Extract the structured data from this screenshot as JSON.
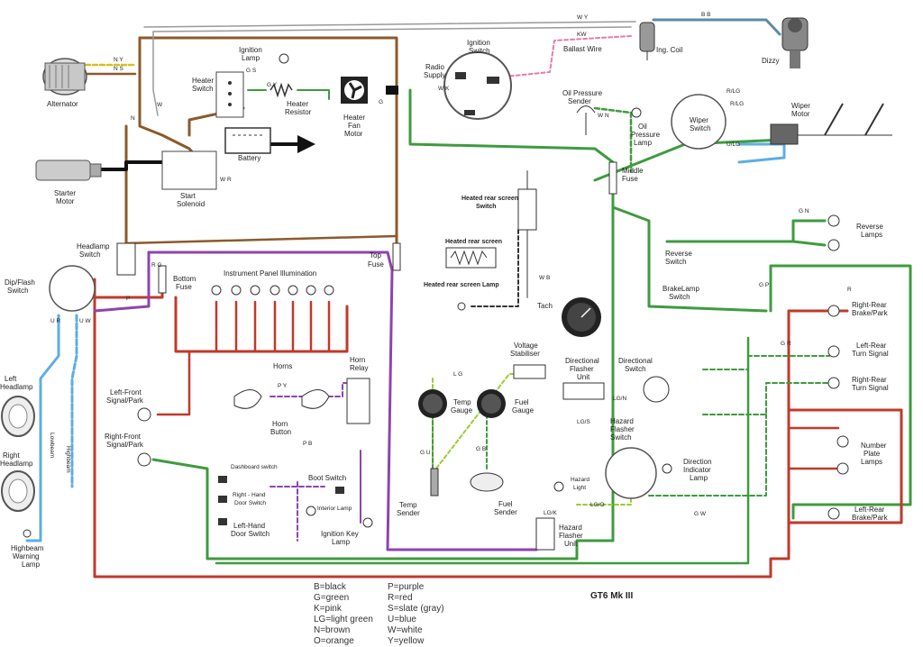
{
  "title": "GT6 Mk III",
  "components": {
    "alternator": "Alternator",
    "starter_motor": [
      "Starter",
      "Motor"
    ],
    "start_solenoid": [
      "Start",
      "Solenoid"
    ],
    "ignition_lamp": [
      "Ignition",
      "Lamp"
    ],
    "heater_switch": [
      "Heater",
      "Switch"
    ],
    "heater_resistor": [
      "Heater",
      "Resistor"
    ],
    "heater_fan_motor": [
      "Heater",
      "Fan",
      "Motor"
    ],
    "battery": "Battery",
    "radio_supply": [
      "Radio",
      "Supply"
    ],
    "ignition_switch": [
      "Ignition",
      "Switch"
    ],
    "ballast_wire": "Ballast Wire",
    "ing_coil": "Ing. Coil",
    "dizzy": "Dizzy",
    "oil_pressure_sender": [
      "Oil Pressure",
      "Sender"
    ],
    "oil_pressure_lamp": [
      "Oil",
      "Pressure",
      "Lamp"
    ],
    "middle_fuse": [
      "Middle",
      "Fuse"
    ],
    "wiper_switch": [
      "Wiper",
      "Switch"
    ],
    "wiper_motor": [
      "Wiper",
      "Motor"
    ],
    "heated_rear_screen_switch": [
      "Heated rear screen",
      "Switch"
    ],
    "heated_rear_screen": "Heated rear screen",
    "heated_rear_screen_lamp": "Heated rear screen Lamp",
    "tach": "Tach",
    "headlamp_switch": [
      "Headlamp",
      "Switch"
    ],
    "dip_flash_switch": [
      "Dip/Flash",
      "Switch"
    ],
    "bottom_fuse": [
      "Bottom",
      "Fuse"
    ],
    "instrument_panel_illumination": "Instrument Panel Illumination",
    "top_fuse": [
      "Top",
      "Fuse"
    ],
    "reverse_lamps": [
      "Reverse",
      "Lamps"
    ],
    "reverse_switch": [
      "Reverse",
      "Switch"
    ],
    "brakelamp_switch": [
      "BrakeLamp",
      "Switch"
    ],
    "right_rear_brake_park": [
      "Right-Rear",
      "Brake/Park"
    ],
    "left_rear_turn_signal": [
      "Left-Rear",
      "Turn Signal"
    ],
    "right_rear_turn_signal": [
      "Right-Rear",
      "Turn Signal"
    ],
    "number_plate_lamps": [
      "Number",
      "Plate",
      "Lamps"
    ],
    "left_rear_brake_park": [
      "Left-Rear",
      "Brake/Park"
    ],
    "left_headlamp": [
      "Left",
      "Headlamp"
    ],
    "right_headlamp": [
      "Right",
      "Headlamp"
    ],
    "lowbeam": "Lowbeam",
    "highbeam": "Highbeam",
    "highbeam_warning_lamp": [
      "Highbeam",
      "Warning",
      "Lamp"
    ],
    "left_front_signal_park": [
      "Left-Front",
      "Signal/Park"
    ],
    "right_front_signal_park": [
      "Right-Front",
      "Signal/Park"
    ],
    "horns": "Horns",
    "horn_relay": [
      "Horn",
      "Relay"
    ],
    "horn_button": [
      "Horn",
      "Button"
    ],
    "dashboard_switch": "Dashboard switch",
    "boot_switch": "Boot Switch",
    "right_hand_door_switch": [
      "Right - Hand",
      "Door Switch"
    ],
    "interior_lamp": "Interior Lamp",
    "left_hand_door_switch": [
      "Left-Hand",
      "Door Switch"
    ],
    "ignition_key_lamp": [
      "Ignition Key",
      "Lamp"
    ],
    "voltage_stabiliser": [
      "Voltage",
      "Stabiliser"
    ],
    "temp_gauge": [
      "Temp",
      "Gauge"
    ],
    "fuel_gauge": [
      "Fuel",
      "Gauge"
    ],
    "temp_sender": [
      "Temp",
      "Sender"
    ],
    "fuel_sender": [
      "Fuel",
      "Sender"
    ],
    "directional_flasher_unit": [
      "Directional",
      "Flasher",
      "Unit"
    ],
    "directional_switch": [
      "Directional",
      "Switch"
    ],
    "hazard_flasher_switch": [
      "Hazard",
      "Flasher",
      "Switch"
    ],
    "direction_indicator_lamp": [
      "Direction",
      "Indicator",
      "Lamp"
    ],
    "hazard_light": [
      "Hazard",
      "Light"
    ],
    "hazard_flasher_unit": [
      "Hazard",
      "Flasher",
      "Unit"
    ]
  },
  "wire_codes": {
    "wy": "W Y",
    "bb": "B B",
    "ny": "N Y",
    "ns": "N S",
    "n": "N",
    "w": "W",
    "kw": "KW",
    "gs": "G S",
    "gy": "G Y",
    "g": "G",
    "wk": "W K",
    "wr": "W R",
    "wn": "W N",
    "rlg": "R/LG",
    "rlg2": "R/LG",
    "ulg": "U/LG",
    "wb": "W B",
    "gn": "G N",
    "gp": "G P",
    "r": "R",
    "rg": "R G",
    "p": "P",
    "ur": "U R",
    "uw": "U W",
    "py": "P Y",
    "pb": "P B",
    "lg": "L G",
    "gu": "G U",
    "gb": "G B",
    "lgs": "LG/S",
    "lgn": "LG/N",
    "lgk": "LG/K",
    "lgo": "LG/O",
    "gr": "G R",
    "gw": "G W"
  },
  "legend": [
    "B=black",
    "G=green",
    "K=pink",
    "LG=light green",
    "N=brown",
    "O=orange",
    "P=purple",
    "R=red",
    "S=slate (gray)",
    "U=blue",
    "W=white",
    "Y=yellow"
  ],
  "colors": {
    "brown": "#8B5A2B",
    "green": "#3E9B3E",
    "purple": "#8E44AD",
    "red": "#C0392B",
    "blue": "#5DADE2",
    "white": "#BBBBBB",
    "black": "#111111",
    "slate": "#7F8C8D",
    "yellow": "#D4C21A",
    "pink": "#E87AAE",
    "lightgreen": "#9ACD32"
  }
}
